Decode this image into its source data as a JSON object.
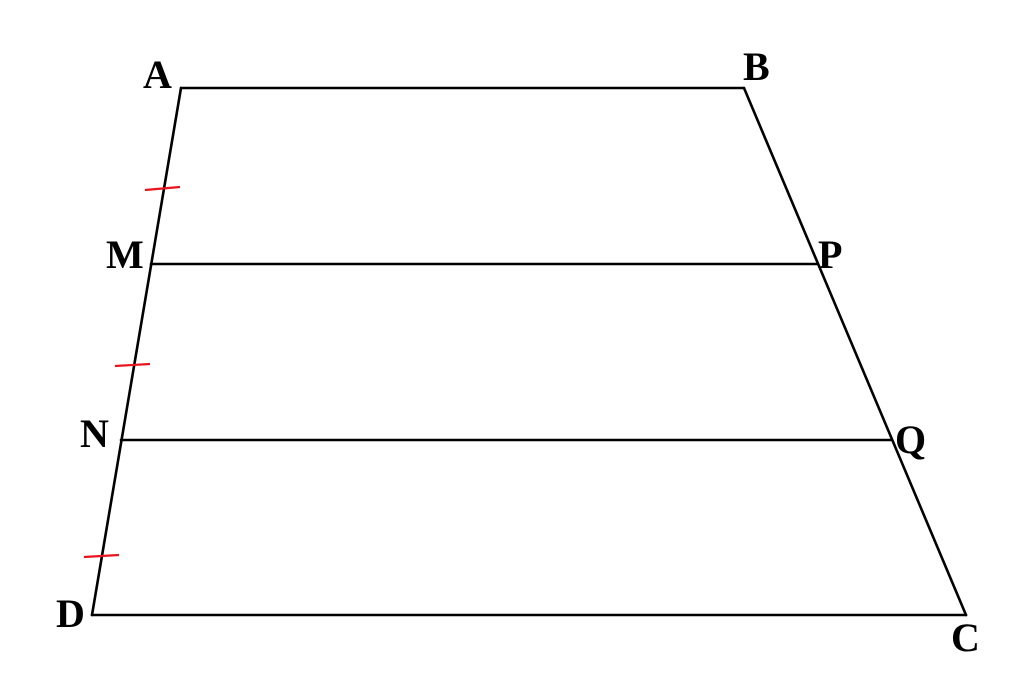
{
  "labels": {
    "A": "A",
    "B": "B",
    "C": "C",
    "D": "D",
    "M": "M",
    "N": "N",
    "P": "P",
    "Q": "Q"
  },
  "colors": {
    "lines": "#000000",
    "tick_marks": "#e8141e",
    "background": "#ffffff"
  }
}
